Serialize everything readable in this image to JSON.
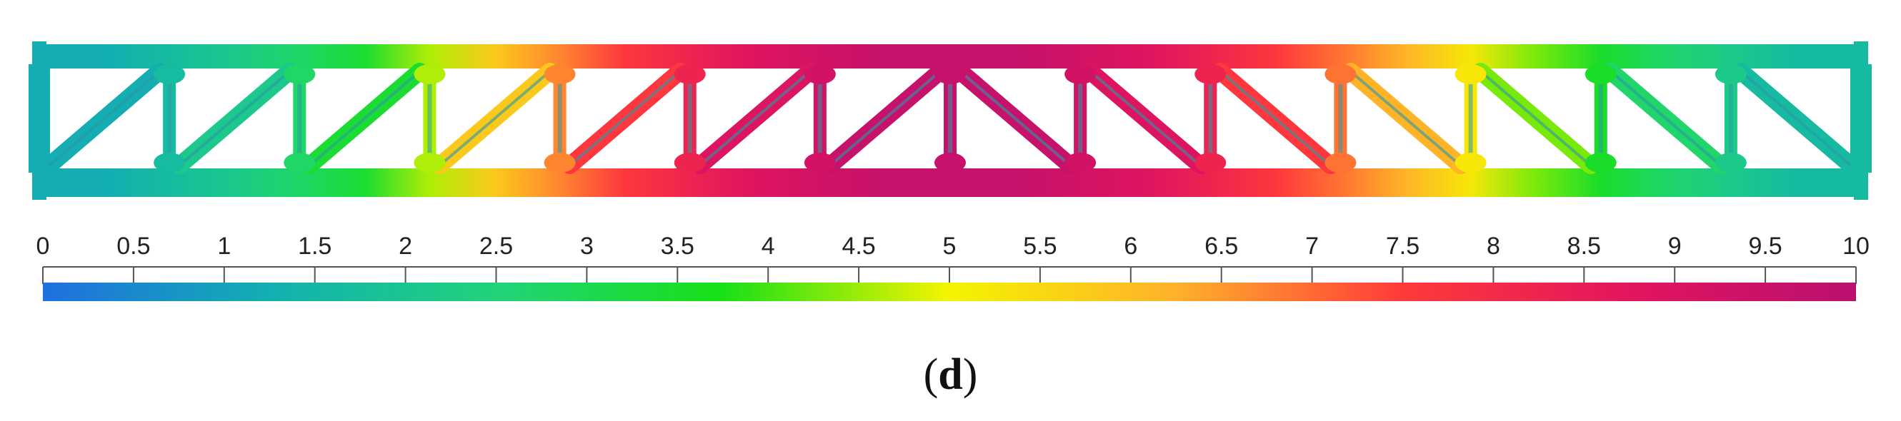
{
  "scale": {
    "min": 0,
    "max": 10,
    "ticks": [
      "0",
      "0.5",
      "1",
      "1.5",
      "2",
      "2.5",
      "3",
      "3.5",
      "4",
      "4.5",
      "5",
      "5.5",
      "6",
      "6.5",
      "7",
      "7.5",
      "8",
      "8.5",
      "9",
      "9.5",
      "10"
    ],
    "colors": [
      "#1f6fe0",
      "#12b0b0",
      "#21d37a",
      "#18e016",
      "#f4f400",
      "#ffb12a",
      "#ff3a3a",
      "#e2155e",
      "#b9106f"
    ]
  },
  "truss": {
    "bays": 14,
    "bay_values": [
      1.2,
      2.1,
      3.4,
      5.8,
      7.6,
      8.9,
      9.6,
      9.6,
      8.9,
      7.6,
      6.2,
      4.3,
      2.7,
      1.6
    ]
  },
  "caption": {
    "open": "(",
    "letter": "d",
    "close": ")"
  }
}
